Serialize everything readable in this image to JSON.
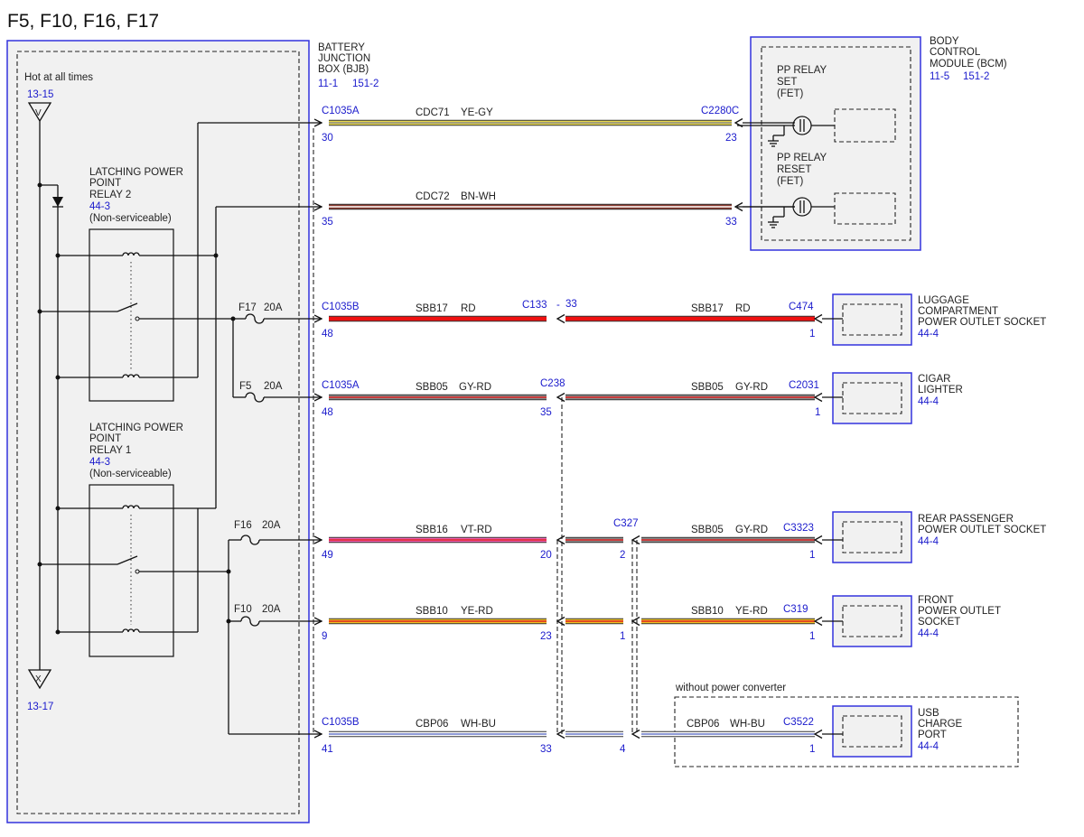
{
  "title": "F5, F10, F16, F17",
  "colors": {
    "connector_blue": "#1a1acc",
    "module_border": "#3333dd",
    "module_fill": "#f1f1f1",
    "wire": {
      "YE-GY": [
        "#e8d84a",
        "#8a8a8a"
      ],
      "BN-WH": [
        "#8b3a2e",
        "#ffffff"
      ],
      "RD": [
        "#ee1111",
        "#ee1111"
      ],
      "GY-RD": [
        "#8a8a8a",
        "#dd2222"
      ],
      "VT-RD": [
        "#ee5fb0",
        "#dd2222"
      ],
      "YE-RD": [
        "#f0c020",
        "#dd2222"
      ],
      "WH-BU": [
        "#ffffff",
        "#6a78c8"
      ]
    }
  },
  "bjb": {
    "name": "BATTERY JUNCTION BOX (BJB)",
    "name_lines": [
      "BATTERY",
      "JUNCTION",
      "BOX (BJB)"
    ],
    "refs": [
      "11-1",
      "151-2"
    ],
    "hot_label": "Hot at all times",
    "top_ref": "13-15",
    "top_letter": "V",
    "bottom_letter": "X",
    "bottom_ref": "13-17",
    "relay2": {
      "lines": [
        "LATCHING POWER",
        "POINT",
        "RELAY 2"
      ],
      "ref": "44-3",
      "note": "(Non-serviceable)"
    },
    "relay1": {
      "lines": [
        "LATCHING POWER",
        "POINT",
        "RELAY 1"
      ],
      "ref": "44-3",
      "note": "(Non-serviceable)"
    },
    "fuses": [
      {
        "id": "F17",
        "rating": "20A"
      },
      {
        "id": "F5",
        "rating": "20A"
      },
      {
        "id": "F16",
        "rating": "20A"
      },
      {
        "id": "F10",
        "rating": "20A"
      }
    ]
  },
  "bcm": {
    "name_lines": [
      "BODY",
      "CONTROL",
      "MODULE (BCM)"
    ],
    "refs": [
      "11-5",
      "151-2"
    ],
    "set_lines": [
      "PP RELAY",
      "SET",
      "(FET)"
    ],
    "reset_lines": [
      "PP RELAY",
      "RESET",
      "(FET)"
    ]
  },
  "circuits": [
    {
      "start_connector": "C1035A",
      "start_pin": "30",
      "circuit": "CDC71",
      "color": "YE-GY",
      "end_connector": "C2280C",
      "end_pin": "23"
    },
    {
      "start_pin": "35",
      "circuit": "CDC72",
      "color": "BN-WH",
      "end_pin": "33"
    },
    {
      "start_connector": "C1035B",
      "start_pin": "48",
      "circuit": "SBB17",
      "color": "RD",
      "mid_connector": "C133",
      "mid_pin": "33",
      "circuit2": "SBB17",
      "color2": "RD",
      "end_connector": "C474",
      "end_pin": "1"
    },
    {
      "start_connector": "C1035A",
      "start_pin": "48",
      "circuit": "SBB05",
      "color": "GY-RD",
      "mid_connector": "C238",
      "mid_pin": "35",
      "circuit2": "SBB05",
      "color2": "GY-RD",
      "end_connector": "C2031",
      "end_pin": "1"
    },
    {
      "start_pin": "49",
      "circuit": "SBB16",
      "color": "VT-RD",
      "mid_pin": "20",
      "mid2_connector": "C327",
      "mid2_pin": "2",
      "circuit2": "SBB05",
      "color2": "GY-RD",
      "end_connector": "C3323",
      "end_pin": "1"
    },
    {
      "start_pin": "9",
      "circuit": "SBB10",
      "color": "YE-RD",
      "mid_pin": "23",
      "mid2_pin": "1",
      "circuit2": "SBB10",
      "color2": "YE-RD",
      "end_connector": "C319",
      "end_pin": "1"
    },
    {
      "start_connector": "C1035B",
      "start_pin": "41",
      "circuit": "CBP06",
      "color": "WH-BU",
      "mid_pin": "33",
      "mid2_pin": "4",
      "circuit2": "CBP06",
      "color2": "WH-BU",
      "end_connector": "C3522",
      "end_pin": "1"
    }
  ],
  "components": [
    {
      "lines": [
        "LUGGAGE",
        "COMPARTMENT",
        "POWER OUTLET SOCKET"
      ],
      "ref": "44-4"
    },
    {
      "lines": [
        "CIGAR",
        "LIGHTER"
      ],
      "ref": "44-4"
    },
    {
      "lines": [
        "REAR PASSENGER",
        "POWER OUTLET SOCKET"
      ],
      "ref": "44-4"
    },
    {
      "lines": [
        "FRONT",
        "POWER OUTLET",
        "SOCKET"
      ],
      "ref": "44-4"
    },
    {
      "lines": [
        "USB",
        "CHARGE",
        "PORT"
      ],
      "ref": "44-4"
    }
  ],
  "option_note": "without power converter"
}
